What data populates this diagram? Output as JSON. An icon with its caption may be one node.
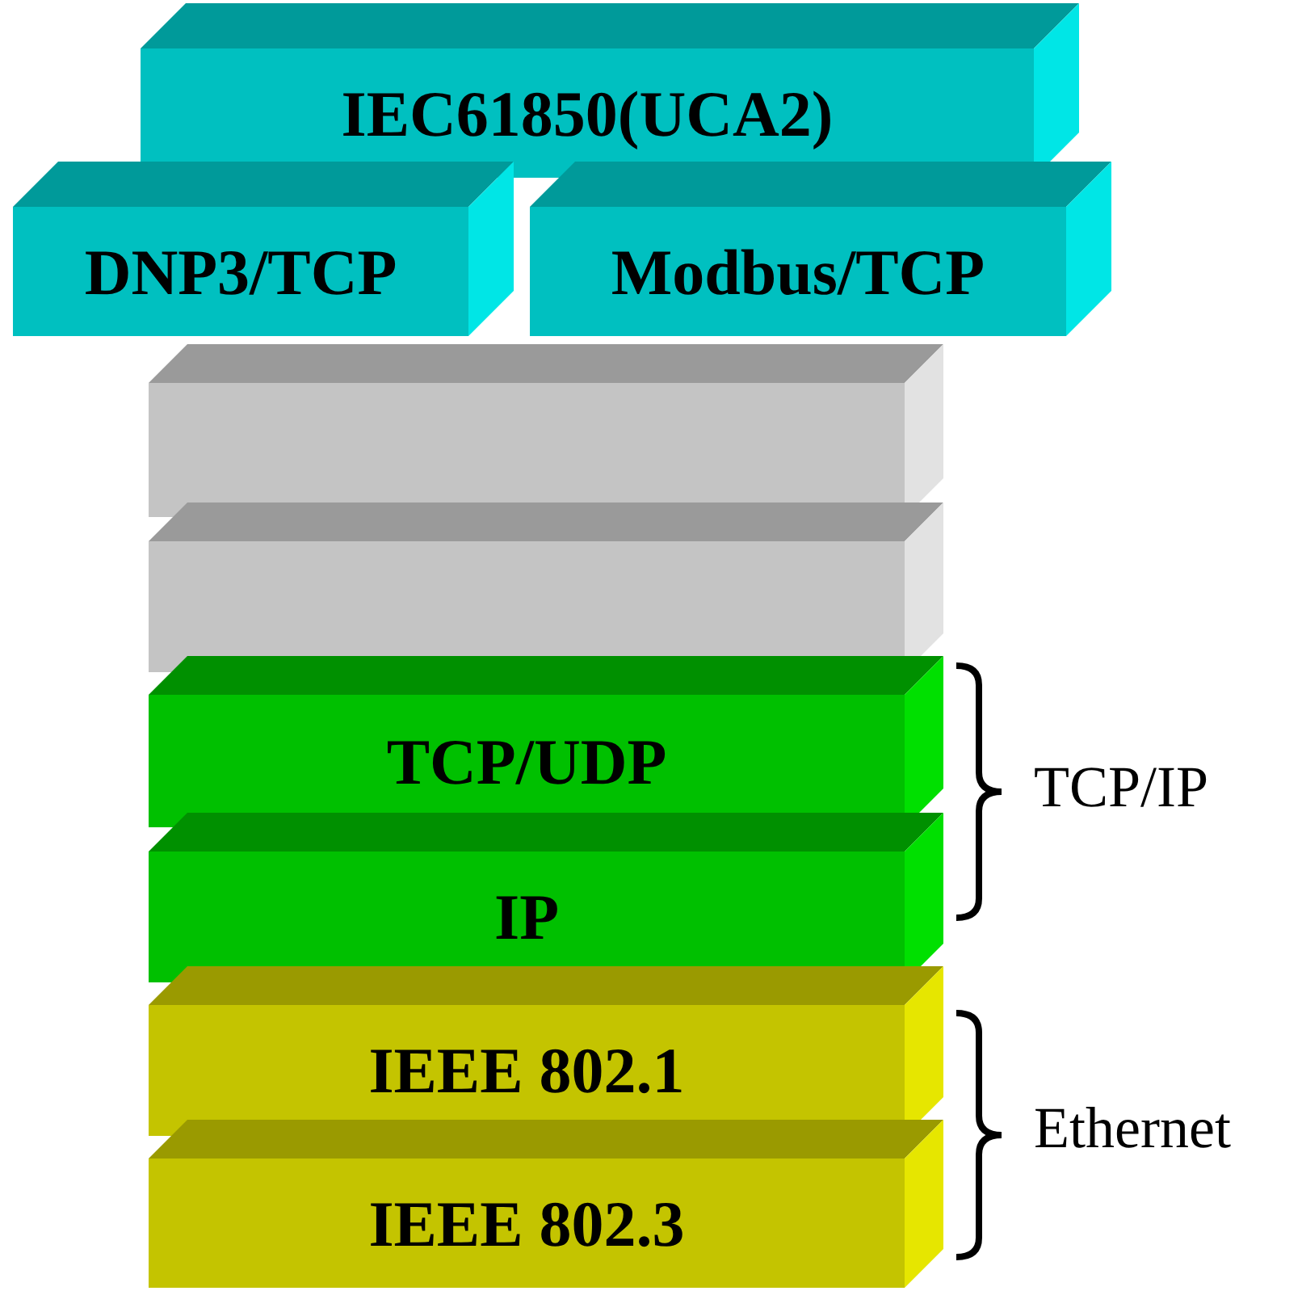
{
  "diagram": {
    "nodes": [
      {
        "text": [
          "IEC61850(UCA2)"
        ]
      },
      {
        "text": [
          "DNP3/TCP"
        ]
      },
      {
        "text": [
          "Modbus/TCP"
        ]
      },
      {
        "text": [],
        "shape": "box"
      },
      {
        "text": [],
        "shape": "box"
      },
      {
        "text": [
          "TCP/UDP"
        ]
      },
      {
        "text": [
          "IP"
        ]
      },
      {
        "text": [
          "IEEE 802.1"
        ]
      },
      {
        "text": [
          "IEEE 802.3"
        ]
      }
    ],
    "labels": [
      "TCP/IP",
      "Ethernet"
    ]
  }
}
